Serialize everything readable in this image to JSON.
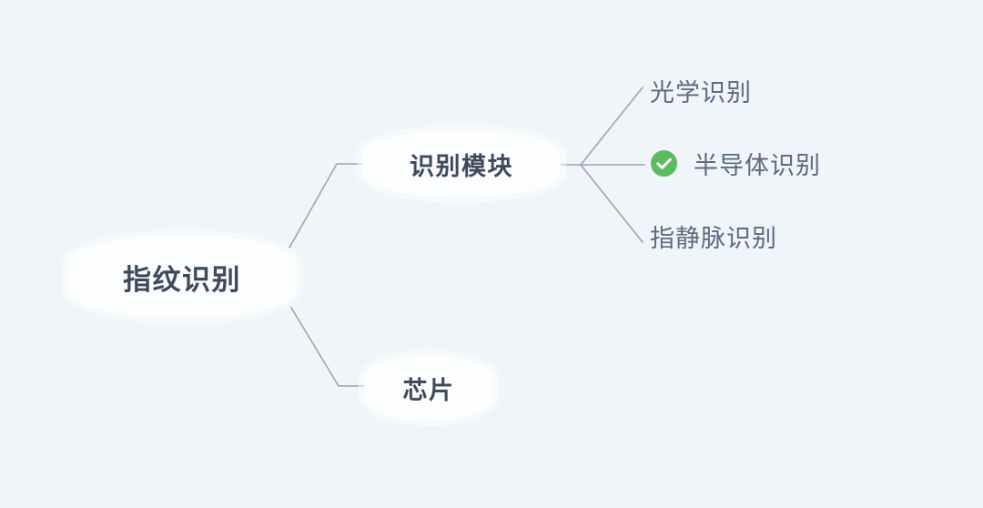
{
  "diagram": {
    "type": "mindmap",
    "background_color": "#eff5f8",
    "node_fill_color": "#fbfdfe",
    "node_text_color": "#3e4a5c",
    "leaf_text_color": "#5b6b80",
    "connector_color": "#9aa6b4",
    "accent_color": "#5cbb5f",
    "root": {
      "label": "指纹识别",
      "children": [
        {
          "label": "识别模块",
          "children": [
            {
              "label": "光学识别",
              "marked": false
            },
            {
              "label": "半导体识别",
              "marked": true,
              "marker": "check-circle-icon"
            },
            {
              "label": "指静脉识别",
              "marked": false
            }
          ]
        },
        {
          "label": "芯片",
          "children": []
        }
      ]
    }
  },
  "nodes": {
    "root_label": "指纹识别",
    "branch_label": "识别模块",
    "chip_label": "芯片"
  },
  "leaves": {
    "optical": "光学识别",
    "semiconductor": "半导体识别",
    "vein": "指静脉识别"
  }
}
